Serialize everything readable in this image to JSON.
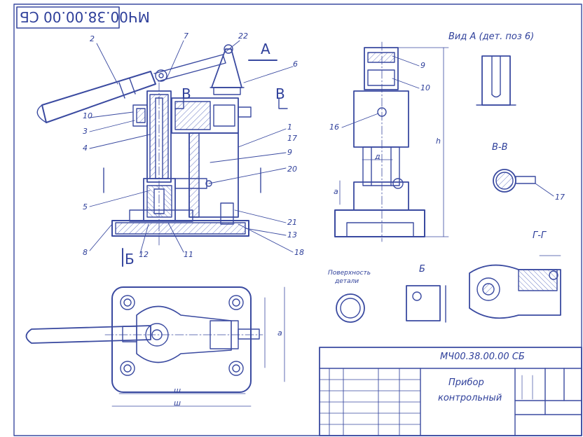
{
  "title_block": {
    "designation": "МЧ00.38.00.00 СБ",
    "designation_inverted": "МЧ00.38.00.00 СБ",
    "name_line1": "Прибор",
    "name_line2": "контрольный"
  },
  "views": {
    "view_a_arrow": "А",
    "section_b_left": "В",
    "section_b_right": "В",
    "view_a_title": "Вид А (дет. поз 6)",
    "section_bb_title": "В-В",
    "section_gg_title": "Г-Г",
    "view_b_arrow": "Б",
    "view_b_title": "Б",
    "dev_label_line1": "Поверхность",
    "dev_label_line2": "детали"
  },
  "callouts_main": [
    "2",
    "7",
    "22",
    "6",
    "10",
    "3",
    "4",
    "1",
    "5",
    "8",
    "9",
    "11",
    "17",
    "12",
    "20",
    "21",
    "13",
    "18"
  ],
  "callouts_side": [
    "9",
    "10",
    "16"
  ],
  "callouts_detail": [
    "17"
  ],
  "dims": {
    "h_width": "ш",
    "h_width2": "ш",
    "v_height": "а",
    "side_h": "h",
    "side_w": "д",
    "small_h": "а"
  },
  "colors": {
    "ink": "#2e3f9a",
    "hatch": "#5566b8",
    "frame": "#3a4aa0"
  }
}
